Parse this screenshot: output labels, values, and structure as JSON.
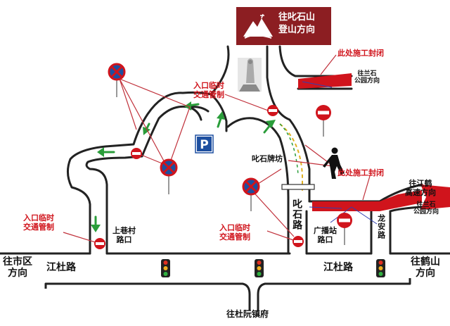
{
  "sign": {
    "line1": "往叱石山",
    "line2": "登山方向",
    "icon": "mountain-icon",
    "bg_color": "#8c1e22"
  },
  "notices": {
    "closed_top": "此处施工封闭",
    "closed_right": "此处施工封闭",
    "temp_control_top": [
      "入口临时",
      "交通管制"
    ],
    "temp_control_left": [
      "入口临时",
      "交通管制"
    ],
    "temp_control_center": [
      "入口临时",
      "交通管制"
    ]
  },
  "directions": {
    "wanglanshi_top": [
      "往兰石",
      "公园方向"
    ],
    "wanglanshi_right": [
      "往兰石",
      "公园方向"
    ],
    "jianghe_expressway": [
      "往江鹤",
      "高速方向"
    ],
    "city": [
      "往市区",
      "方向"
    ],
    "heshan": [
      "往鹤山",
      "方向"
    ],
    "duruan": "往杜阮镇府"
  },
  "roads": {
    "jiangdu_left": "江杜路",
    "jiangdu_right": "江杜路",
    "chishi_road": "叱石路",
    "longan_road": "龙安路"
  },
  "places": {
    "archway": "叱石牌坊",
    "shangxiang": [
      "上巷村",
      "路口"
    ],
    "guangbo": [
      "广播站",
      "路口"
    ],
    "parking": "P"
  },
  "colors": {
    "road": "#222222",
    "closure": "#d0141c",
    "arrow": "#2a9d3a",
    "annotation": "#c0303a",
    "route": "#e0b020"
  }
}
